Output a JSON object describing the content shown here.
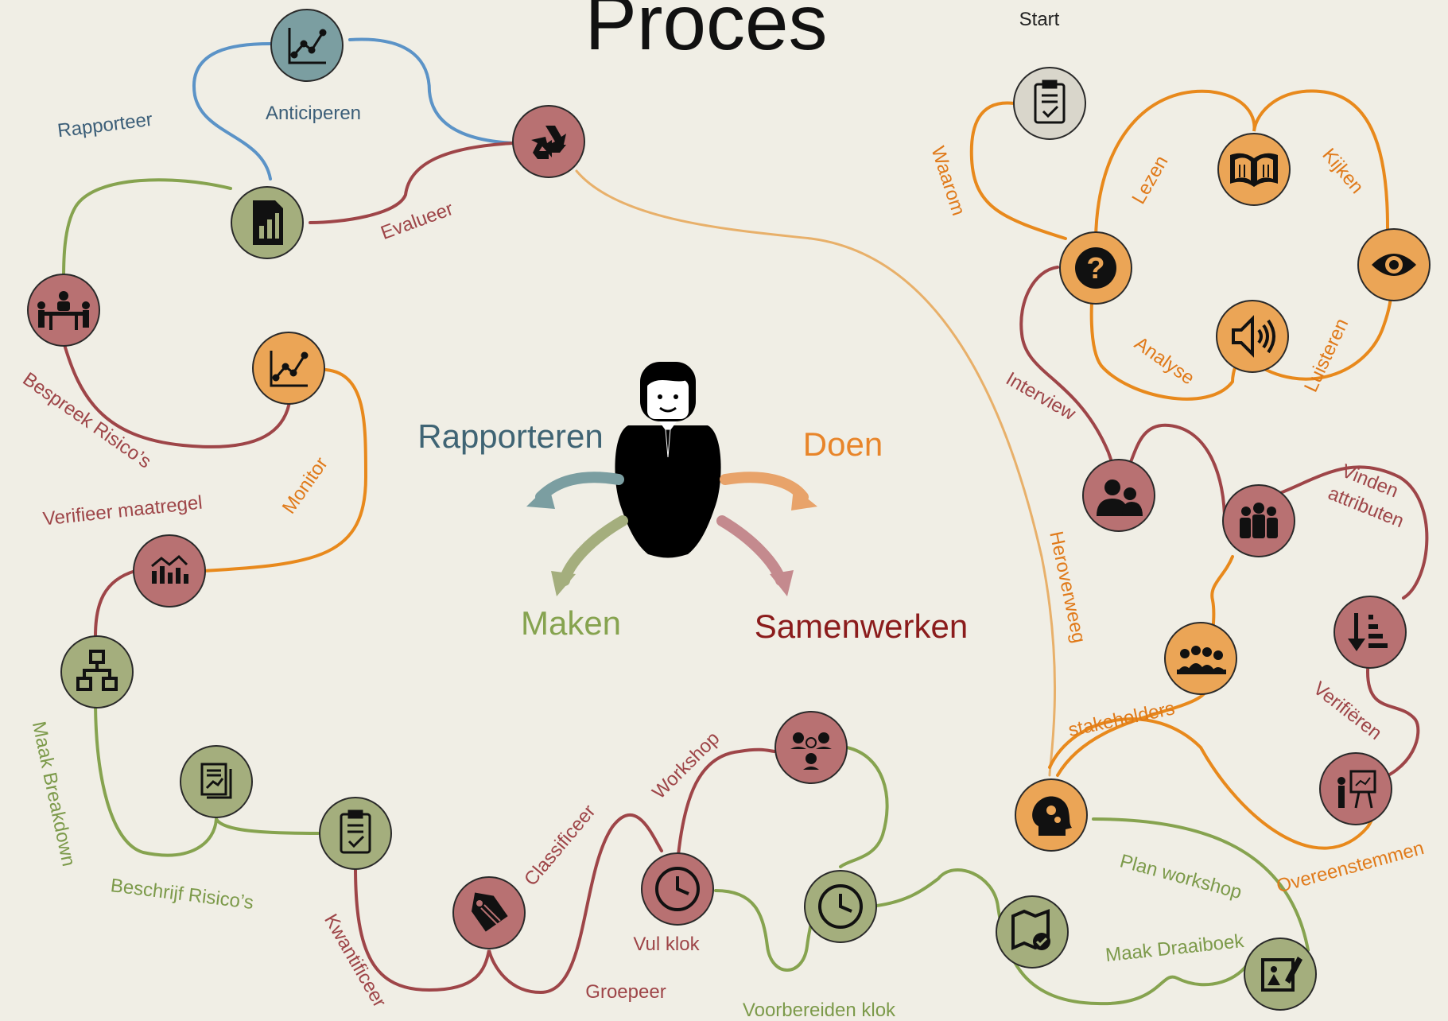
{
  "title": "Proces",
  "start_label": "Start",
  "colors": {
    "background": "#f0eee5",
    "blue": "#5b93c7",
    "blue_text": "#3b5e78",
    "green": "#86a34f",
    "green_text": "#7c9a4a",
    "red": "#9e4548",
    "red_text": "#9e4548",
    "orange": "#e8891c",
    "orange_text": "#e07a1a",
    "tan": "#e8b06a",
    "node_red": "#b87172",
    "node_green": "#a4ae7d",
    "node_orange": "#eba556",
    "node_teal": "#7b9ea1",
    "node_grey": "#d9d6cb"
  },
  "center": {
    "rapporteren": "Rapporteren",
    "doen": "Doen",
    "maken": "Maken",
    "samenwerken": "Samenwerken"
  },
  "edge_labels": {
    "rapporteer": "Rapporteer",
    "anticiperen": "Anticiperen",
    "evalueer": "Evalueer",
    "bespreek_risicos": "Bespreek Risico’s",
    "verifieer_maatregel": "Verifieer maatregel",
    "monitor": "Monitor",
    "maak_breakdown": "Maak Breakdown",
    "beschrijf_risicos": "Beschrijf Risico’s",
    "kwantificeer": "Kwantificeer",
    "classificeer": "Classificeer",
    "groepeer": "Groepeer",
    "workshop": "Workshop",
    "vul_klok": "Vul klok",
    "voorbereiden_klok": "Voorbereiden klok",
    "maak_draaiboek": "Maak Draaiboek",
    "plan_workshop": "Plan workshop",
    "overeenstemmen": "Overeenstemmen",
    "heroverweeg": "Heroverweeg",
    "stakeholders": "stakeholders",
    "verifieren": "Verifiëren",
    "vinden_attributen_1": "Vinden",
    "vinden_attributen_2": "attributen",
    "interview": "Interview",
    "waarom": "Waarom",
    "lezen": "Lezen",
    "kijken": "Kijken",
    "analyse": "Analyse",
    "luisteren": "Luisteren"
  },
  "icons": {
    "chart_top": "line-chart-icon",
    "recycle": "recycle-icon",
    "report_doc": "bar-chart-document-icon",
    "meeting": "meeting-table-icon",
    "monitor_chart": "line-chart-icon",
    "bar_chart": "bar-chart-icon",
    "hierarchy": "hierarchy-icon",
    "report_pages": "report-pages-icon",
    "checklist_left": "clipboard-check-icon",
    "tag": "tag-icon",
    "clock_red": "clock-icon",
    "group_network": "group-network-icon",
    "clock_green": "clock-icon",
    "map_check": "map-check-icon",
    "edit_shapes": "edit-shapes-icon",
    "head_gears": "head-gears-icon",
    "presentation": "presentation-icon",
    "sort_list": "sort-list-icon",
    "group_three": "group-icon",
    "group_crowd": "crowd-icon",
    "two_people": "two-people-icon",
    "question": "question-icon",
    "clipboard_start": "clipboard-check-icon",
    "book": "book-icon",
    "eye": "eye-icon",
    "speaker": "speaker-icon",
    "businessman": "businessman-icon"
  }
}
